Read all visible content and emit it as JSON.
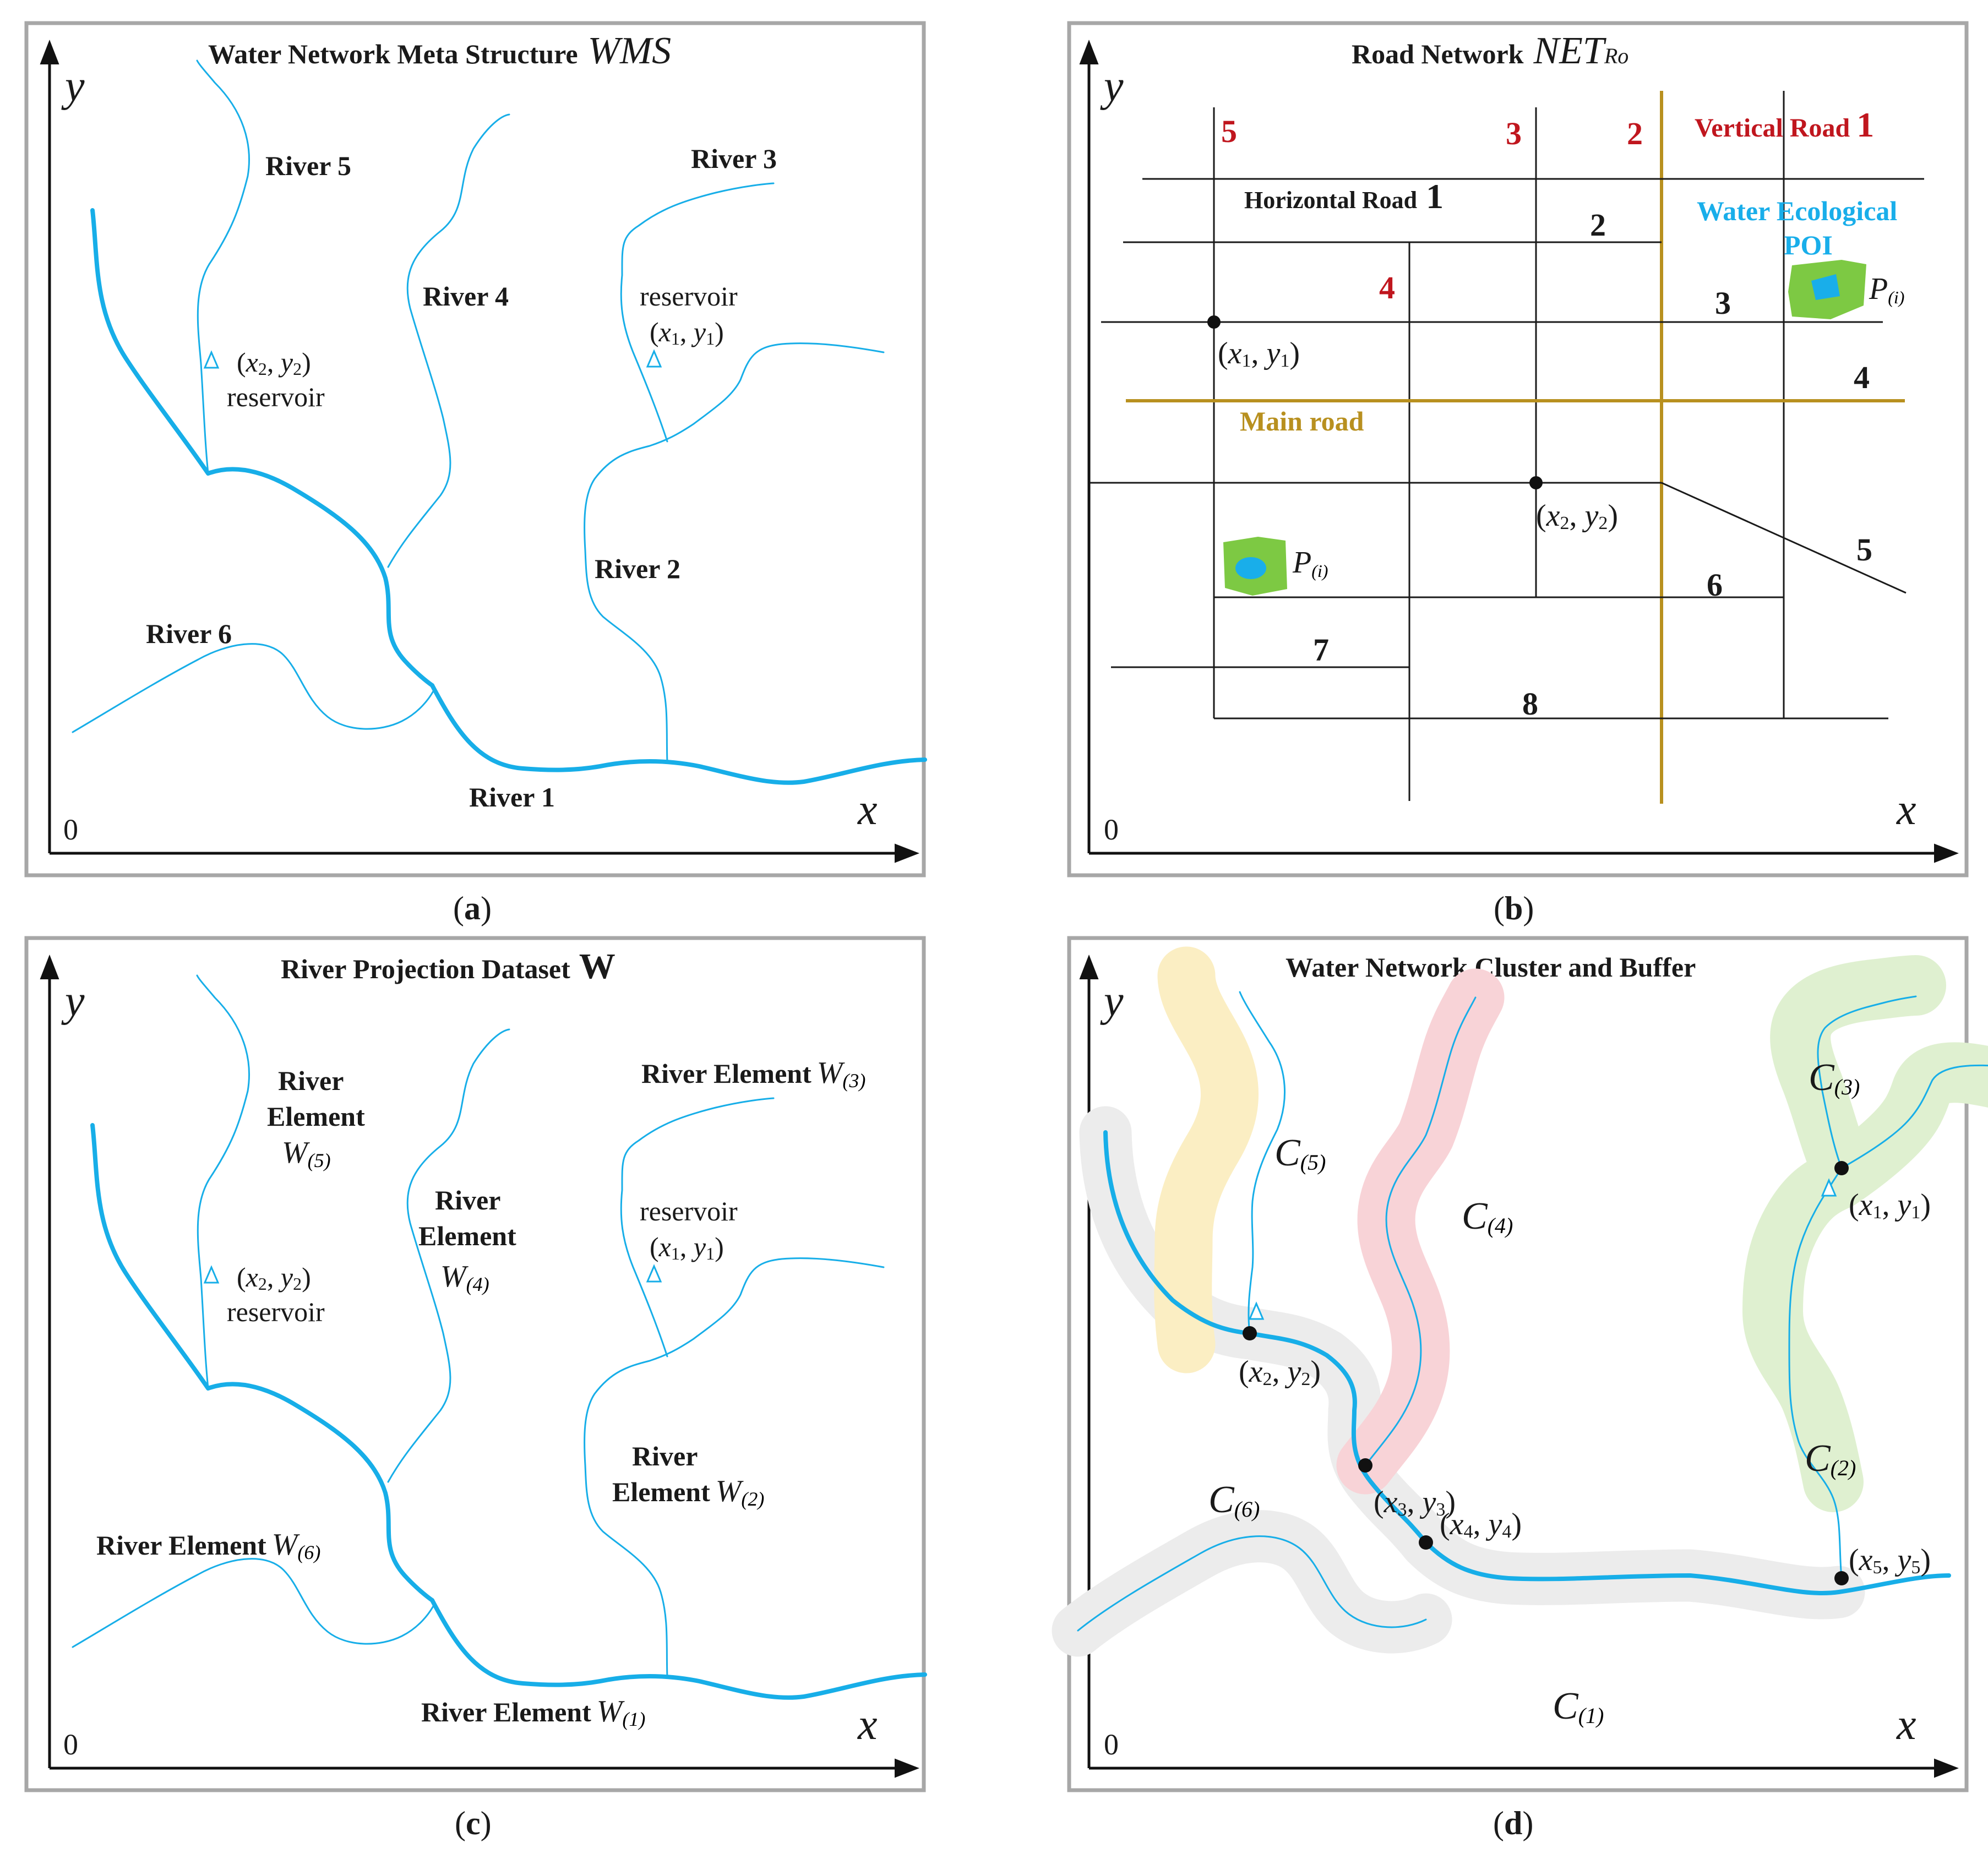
{
  "panel_a": {
    "title": "Water Network Meta Structure",
    "title_symbol": "WMS",
    "caption": "(a)",
    "axis_x": "x",
    "axis_y": "y",
    "origin": "0",
    "labels": {
      "river1": "River 1",
      "river2": "River 2",
      "river3": "River 3",
      "river4": "River 4",
      "river5": "River 5",
      "river6": "River 6",
      "reservoir_a": "reservoir",
      "reservoir_b": "reservoir"
    },
    "point1": {
      "x": "x",
      "x_sub": "1",
      "y": "y",
      "y_sub": "1"
    },
    "point2": {
      "x": "x",
      "x_sub": "2",
      "y": "y",
      "y_sub": "2"
    }
  },
  "panel_b": {
    "title": "Road Network",
    "title_symbol": "NET",
    "title_symbol_sub": "Ro",
    "caption": "(b)",
    "axis_x": "x",
    "axis_y": "y",
    "origin": "0",
    "vertical_numbers": [
      "5",
      "3",
      "2"
    ],
    "vertical_road_label": "Vertical Road",
    "vertical_road_number": "1",
    "horizontal_road_label": "Horizontal Road",
    "horizontal_road_number": "1",
    "road_numbers": [
      "2",
      "3",
      "4",
      "5",
      "6",
      "7",
      "8"
    ],
    "red_number_4": "4",
    "main_road": "Main road",
    "poi_label_1": "Water Ecological",
    "poi_label_2": "POI",
    "poi_symbol": "P",
    "poi_sub": "(i)",
    "point1": {
      "x": "x",
      "x_sub": "1",
      "y": "y",
      "y_sub": "1"
    },
    "point2": {
      "x": "x",
      "x_sub": "2",
      "y": "y",
      "y_sub": "2"
    }
  },
  "panel_c": {
    "title": "River Projection Dataset",
    "title_symbol": "W",
    "caption": "(c)",
    "axis_x": "x",
    "axis_y": "y",
    "origin": "0",
    "river_word": "River",
    "element_word": "Element",
    "river_element": "River Element",
    "w": "W",
    "subs": {
      "w1": "(1)",
      "w2": "(2)",
      "w3": "(3)",
      "w4": "(4)",
      "w5": "(5)",
      "w6": "(6)"
    },
    "reservoir_a": "reservoir",
    "reservoir_b": "reservoir",
    "point1": {
      "x": "x",
      "x_sub": "1",
      "y": "y",
      "y_sub": "1"
    },
    "point2": {
      "x": "x",
      "x_sub": "2",
      "y": "y",
      "y_sub": "2"
    }
  },
  "panel_d": {
    "title": "Water Network Cluster and Buffer",
    "caption": "(d)",
    "axis_x": "x",
    "axis_y": "y",
    "origin": "0",
    "c": "C",
    "subs": {
      "c1": "(1)",
      "c2": "(2)",
      "c3": "(3)",
      "c4": "(4)",
      "c5": "(5)",
      "c6": "(6)"
    },
    "points": [
      {
        "x": "x",
        "x_sub": "1",
        "y": "y",
        "y_sub": "1"
      },
      {
        "x": "x",
        "x_sub": "2",
        "y": "y",
        "y_sub": "2"
      },
      {
        "x": "x",
        "x_sub": "3",
        "y": "y",
        "y_sub": "3"
      },
      {
        "x": "x",
        "x_sub": "4",
        "y": "y",
        "y_sub": "4"
      },
      {
        "x": "x",
        "x_sub": "5",
        "y": "y",
        "y_sub": "5"
      }
    ]
  },
  "colors": {
    "river": "#17aee8",
    "main_road": "#b8901f",
    "red_label": "#c0161e",
    "poi_green": "#7dc943",
    "buffer_yellow": "#fbeec3",
    "buffer_pink": "#f8d3d7",
    "buffer_green": "#dff0d0",
    "buffer_grey": "#ececec"
  }
}
